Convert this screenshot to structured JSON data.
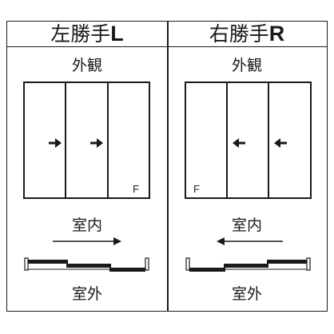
{
  "panels": [
    {
      "id": "left",
      "title": "左勝手",
      "hand_letter": "L",
      "view_label": "外観",
      "fixed_label": "F",
      "indoor_label": "室内",
      "outdoor_label": "室外",
      "slide_direction": "right"
    },
    {
      "id": "right",
      "title": "右勝手",
      "hand_letter": "R",
      "view_label": "外観",
      "fixed_label": "F",
      "indoor_label": "室内",
      "outdoor_label": "室外",
      "slide_direction": "left"
    }
  ],
  "colors": {
    "line": "#1a1a1a",
    "background": "#ffffff"
  }
}
